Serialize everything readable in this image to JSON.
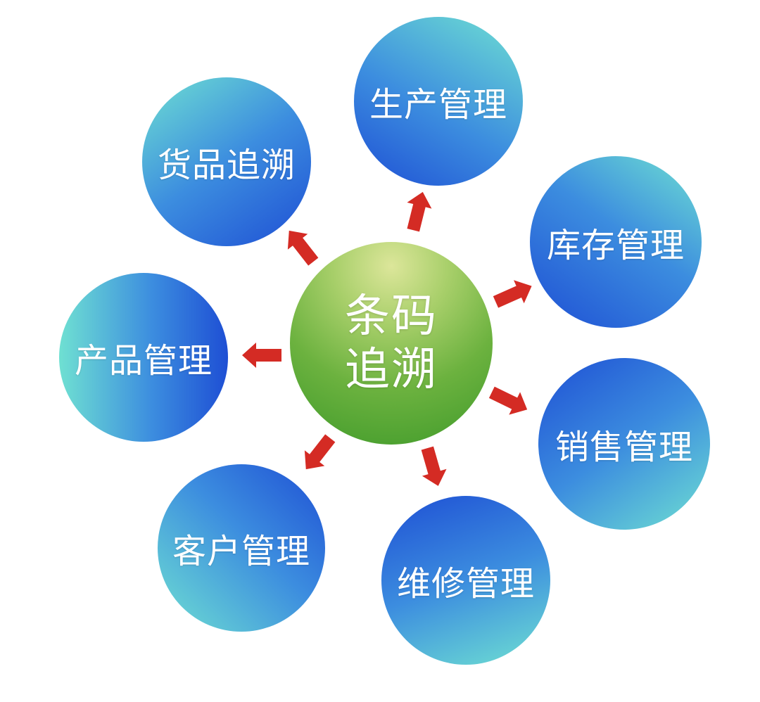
{
  "center": {
    "line1": "条码",
    "line2": "追溯"
  },
  "nodes": [
    {
      "label": "生产管理"
    },
    {
      "label": "库存管理"
    },
    {
      "label": "销售管理"
    },
    {
      "label": "维修管理"
    },
    {
      "label": "客户管理"
    },
    {
      "label": "产品管理"
    },
    {
      "label": "货品追溯"
    }
  ],
  "colors": {
    "node_blue": "#1e56d6",
    "node_teal": "#6fe0d2",
    "center_top": "#dce69a",
    "center_bottom": "#3f9a2a",
    "arrow": "#d42b24"
  }
}
